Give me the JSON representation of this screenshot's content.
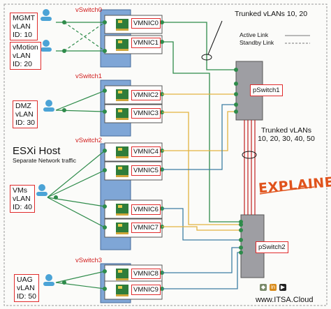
{
  "vms": [
    {
      "name": "MGMT",
      "vlan": "vLAN",
      "id": "ID: 10"
    },
    {
      "name": "vMotion",
      "vlan": "vLAN",
      "id": "ID: 20"
    },
    {
      "name": "DMZ",
      "vlan": "vLAN",
      "id": "ID: 30"
    },
    {
      "name": "VMs",
      "vlan": "vLAN",
      "id": "ID: 40"
    },
    {
      "name": "UAG",
      "vlan": "vLAN",
      "id": "ID: 50"
    }
  ],
  "vswitches": [
    "vSwitch0",
    "vSwitch1",
    "vSwitch2",
    "vSwitch3"
  ],
  "vmnics": [
    "VMNIC0",
    "VMNIC1",
    "VMNIC2",
    "VMNIC3",
    "VMNIC4",
    "VMNIC5",
    "VMNIC6",
    "VMNIC7",
    "VMNIC8",
    "VMNIC9"
  ],
  "pswitches": [
    "pSwitch1",
    "pSwitch2"
  ],
  "trunk1": "Trunked vLANs 10, 20",
  "trunk2_line1": "Trunked vLANs",
  "trunk2_line2": "10, 20, 30, 40, 50",
  "legend": {
    "active": "Active Link",
    "standby": "Standby Link"
  },
  "host": {
    "title": "ESXi Host",
    "subtitle": "Separate Network traffic"
  },
  "explained": "EXPLAINED",
  "website": "www.ITSA.Cloud",
  "icons": {
    "social": [
      "shield-icon",
      "linkedin-icon",
      "youtube-icon"
    ]
  },
  "colors": {
    "label_border": "#e02b2b",
    "vswitch_fill": "#7fa6d6",
    "pswitch_fill": "#9e9ea3",
    "explained": "#e0531c"
  }
}
